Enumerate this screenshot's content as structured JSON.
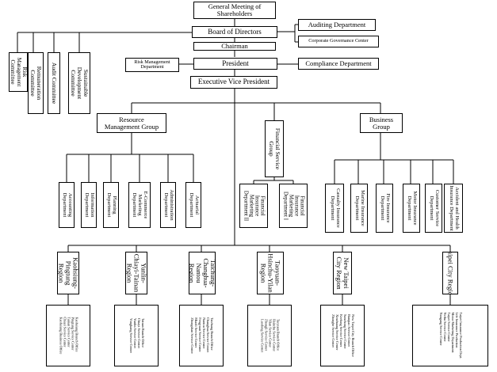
{
  "top": {
    "shareholders": "General Meeting of Shareholders",
    "board": "Board of Directors",
    "chairman": "Chairman",
    "president": "President",
    "evp": "Executive Vice President",
    "auditing": "Auditing Department",
    "governance": "Corporate Governance Center",
    "risk_dept": "Risk Management Department",
    "compliance": "Compliance Department"
  },
  "committees": [
    "Risk Management Committee",
    "Remuneration Committee",
    "Audit Committee",
    "Sustainable Development Committee"
  ],
  "groups": {
    "resource": "Resource Management Group",
    "financial": "Financial Service Group",
    "business": "Business Group"
  },
  "resource_depts": [
    "Accounting Department",
    "Information Department",
    "Planning Department",
    "E-Commerce Marketing Department",
    "Administration Department",
    "Actuarial Department"
  ],
  "financial_depts": [
    "Financial Insurance Marketing Department II",
    "Financial Insurance Marketing Department I"
  ],
  "business_depts": [
    "Casualty Insurance Department",
    "Marine Insurance Department",
    "Fire Insurance Department",
    "Motor Insurance Department",
    "Customer Service Department",
    "Accident and Health Insurance Department"
  ],
  "regions": [
    {
      "name": "Kaohsiung-Pingtung Region",
      "items": [
        "Kaohsiung Branch Office",
        "Pingtung Service Center",
        "Tainan Service Center",
        "Chiayi Service Center",
        "Kaohsiung Business Office"
      ]
    },
    {
      "name": "Yunlin-Chiayi-Tainan Region",
      "items": [
        "Tainan Branch Office",
        "Chiayi Service Center",
        "Yunlin Service Center",
        "Yongkang Service Center"
      ]
    },
    {
      "name": "Taichung-Changhua-Nantou Region",
      "items": [
        "Taichung Branch Office",
        "Changhua Service Center",
        "Nantou Service Center",
        "Fengyuan Service Center",
        "Miaoli Service Center",
        "Zhongshan Service Center"
      ]
    },
    {
      "name": "Taoyuan-Hsinchu-Yilan Region",
      "items": [
        "Taoyuan Branch Office",
        "Hsinchu Service Center",
        "Yilan Service Center",
        "Zhongli Service Center",
        "Luodong Service Center"
      ]
    },
    {
      "name": "New Taipei City Region",
      "items": [
        "New Taipei City Branch Office",
        "Banqiao Service Center",
        "Sanchong Service Center",
        "Keelung Service Center",
        "Xinzhuang Service Center",
        "Zhonghe Service Center"
      ]
    },
    {
      "name": "Taipei City Region",
      "items": [
        "Taipei Insurance Production Dept.",
        "Life Insurance Production",
        "Motor Marketing Department",
        "Taipei Service Center",
        "Neihu Service Center",
        "Nangang Service Center"
      ]
    }
  ]
}
